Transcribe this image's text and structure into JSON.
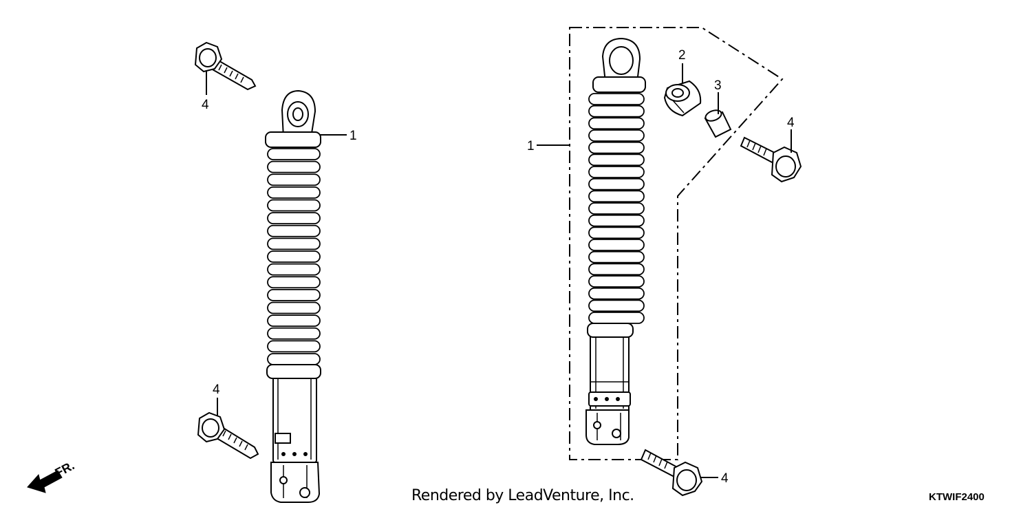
{
  "callouts": {
    "shock_left": "1",
    "shock_right": "1",
    "bushing": "2",
    "collar": "3",
    "bolt_top_left": "4",
    "bolt_bottom_left": "4",
    "bolt_top_right": "4",
    "bolt_bottom_right": "4"
  },
  "direction_label": "FR.",
  "credit": "Rendered by LeadVenture, Inc.",
  "diagram_code": "KTWIF2400"
}
